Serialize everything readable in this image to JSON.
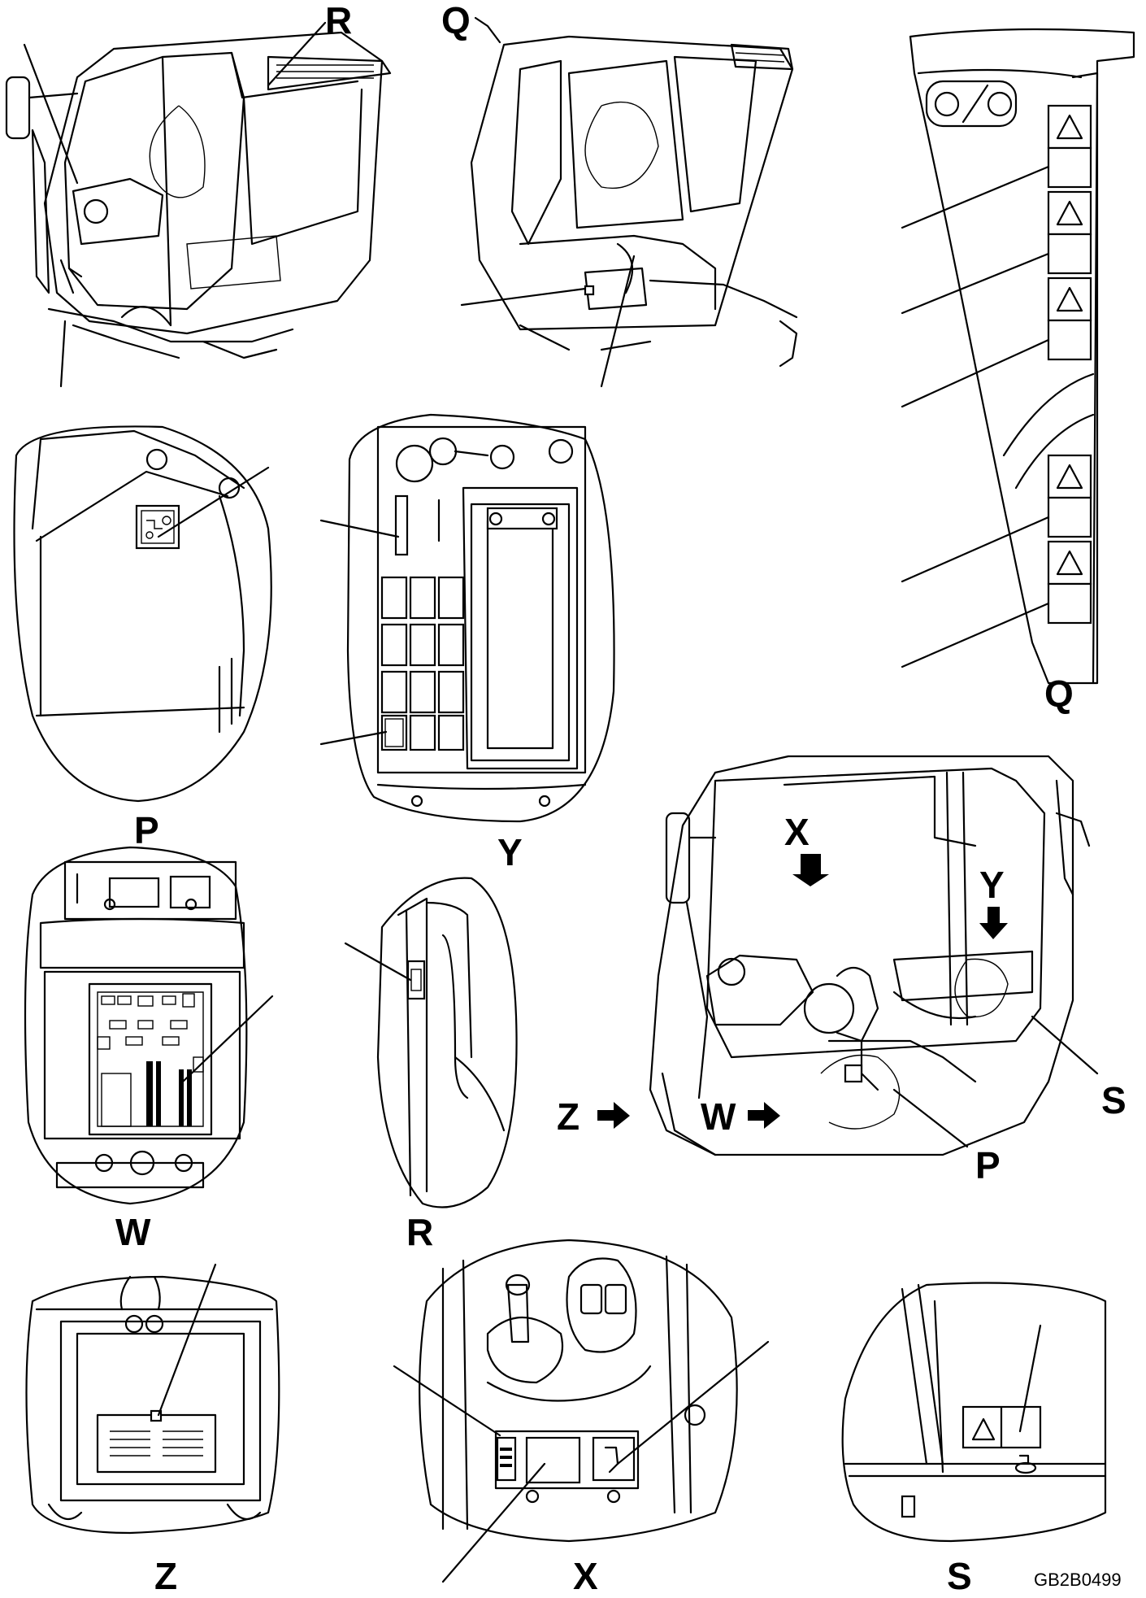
{
  "figure_code": "GB2B0499",
  "labels": {
    "R_top": "R",
    "Q_top": "Q",
    "Q_detail": "Q",
    "P_detail": "P",
    "Y_detail": "Y",
    "W_detail": "W",
    "R_detail": "R",
    "Z_detail": "Z",
    "X_detail": "X",
    "S_detail": "S",
    "X_arrow": "X",
    "Y_arrow": "Y",
    "Z_arrow": "Z",
    "W_arrow": "W",
    "S_callout": "S",
    "P_callout": "P"
  }
}
